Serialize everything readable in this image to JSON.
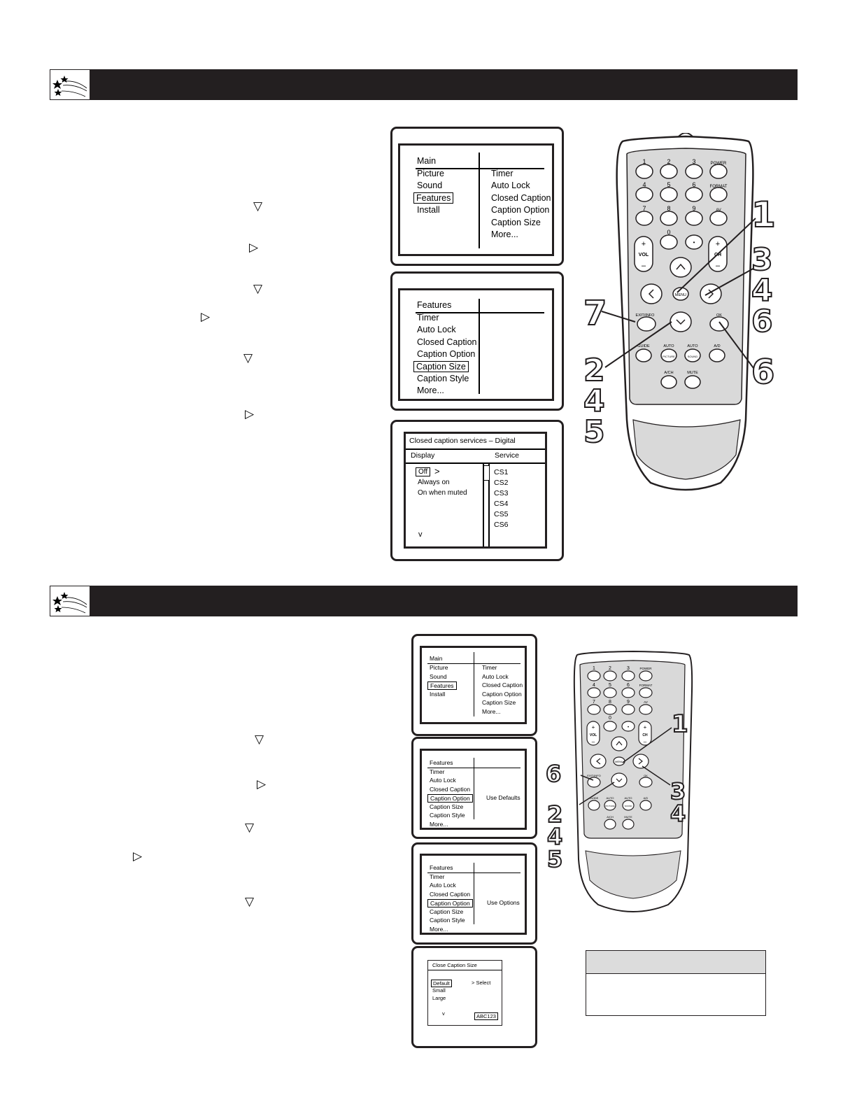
{
  "screen1": {
    "left_col": [
      "Main",
      "Picture",
      "Sound",
      "Features",
      "Install"
    ],
    "right_col": [
      "Timer",
      "Auto Lock",
      "Closed Caption",
      "Caption Option",
      "Caption Size",
      "More..."
    ]
  },
  "screen2": {
    "items": [
      "Features",
      "Timer",
      "Auto Lock",
      "Closed Caption",
      "Caption Option",
      "Caption Size",
      "Caption Style",
      "More..."
    ]
  },
  "screen3": {
    "title": "Closed caption services – Digital",
    "display_label": "Display",
    "service_label": "Service",
    "options": [
      "Off",
      "Always on",
      "On when muted"
    ],
    "arrow": ">",
    "down": "v",
    "services": [
      "CS1",
      "CS2",
      "CS3",
      "CS4",
      "CS5",
      "CS6"
    ]
  },
  "screen4": {
    "left_col": [
      "Main",
      "Picture",
      "Sound",
      "Features",
      "Install"
    ],
    "right_col": [
      "Timer",
      "Auto Lock",
      "Closed Caption",
      "Caption Option",
      "Caption Size",
      "More..."
    ]
  },
  "screen5": {
    "items": [
      "Features",
      "Timer",
      "Auto Lock",
      "Closed Caption",
      "Caption Option",
      "Caption Size",
      "Caption Style",
      "More..."
    ],
    "right_value": "Use Defaults"
  },
  "screen6": {
    "items": [
      "Features",
      "Timer",
      "Auto Lock",
      "Closed Caption",
      "Caption Option",
      "Caption Size",
      "Caption Style",
      "More..."
    ],
    "right_value": "Use Options"
  },
  "screen7": {
    "title": "Close Caption Size",
    "options": [
      "Default",
      "Small",
      "Large"
    ],
    "select_label": "> Select",
    "down": "v",
    "sample": "ABC123"
  },
  "remote": {
    "digits": [
      "1",
      "2",
      "3",
      "4",
      "5",
      "6",
      "7",
      "8",
      "9",
      "0"
    ],
    "power": "POWER",
    "format": "FORMAT",
    "av": "AV",
    "dot": "•",
    "vol": "VOL",
    "ch": "CH",
    "plus": "+",
    "minus": "–",
    "menu": "MENU",
    "exit_info": "EXIT/INFO",
    "ok": "OK",
    "guide": "GUIDE",
    "auto": "AUTO",
    "picture": "PICTURE",
    "sound": "SOUND",
    "ad": "A/D",
    "ach": "A/CH",
    "mute": "MUTE"
  },
  "callouts_top": {
    "c1": "1",
    "c346": [
      "3",
      "4",
      "6"
    ],
    "c7": "7",
    "c6": "6",
    "c245": [
      "2",
      "4",
      "5"
    ]
  },
  "callouts_bottom": {
    "c1": "1",
    "c6": "6",
    "c34": [
      "3",
      "4"
    ],
    "c245": [
      "2",
      "4",
      "5"
    ]
  },
  "triangles": {
    "down": "▽",
    "right": "▷"
  }
}
